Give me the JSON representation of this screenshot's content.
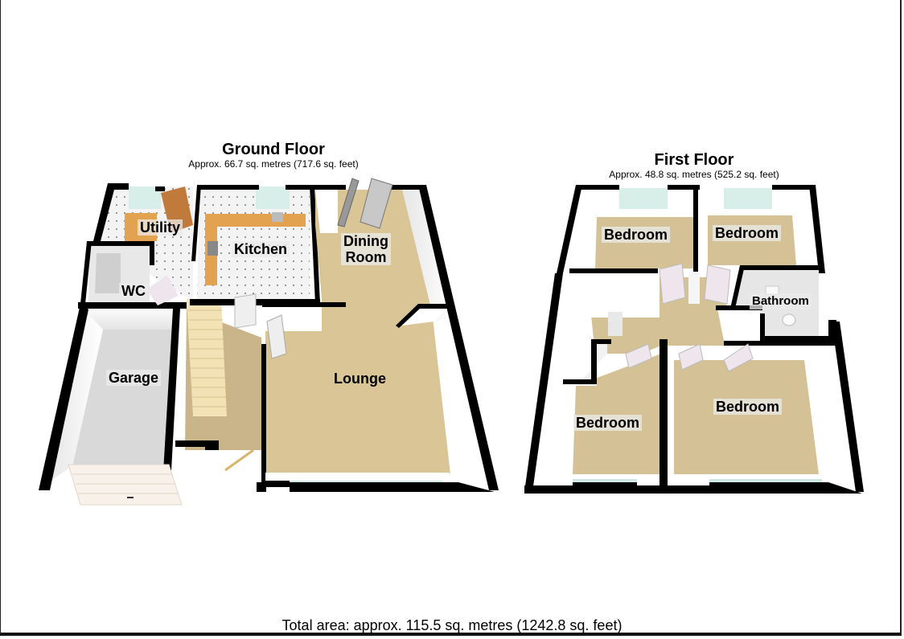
{
  "ground_floor": {
    "title": "Ground Floor",
    "area": "Approx. 66.7 sq. metres (717.6 sq. feet)",
    "rooms": {
      "utility": "Utility",
      "kitchen": "Kitchen",
      "wc": "WC",
      "dining_room_line1": "Dining",
      "dining_room_line2": "Room",
      "garage": "Garage",
      "lounge": "Lounge"
    }
  },
  "first_floor": {
    "title": "First Floor",
    "area": "Approx. 48.8 sq. metres (525.2 sq. feet)",
    "rooms": {
      "bedroom_top_left": "Bedroom",
      "bedroom_top_right": "Bedroom",
      "bathroom": "Bathroom",
      "bedroom_bottom_left": "Bedroom",
      "bedroom_bottom_right": "Bedroom"
    }
  },
  "total_area": "Total area: approx. 115.5 sq. metres (1242.8 sq. feet)",
  "colors": {
    "wall": "#000000",
    "carpet": "#d9c596",
    "tile_floor": "#f2f2f2",
    "worktop": "#e0a24e",
    "garage_floor": "#d8d8d8",
    "window_glass": "#cfe8e4",
    "inner_wall": "#ffffff"
  }
}
